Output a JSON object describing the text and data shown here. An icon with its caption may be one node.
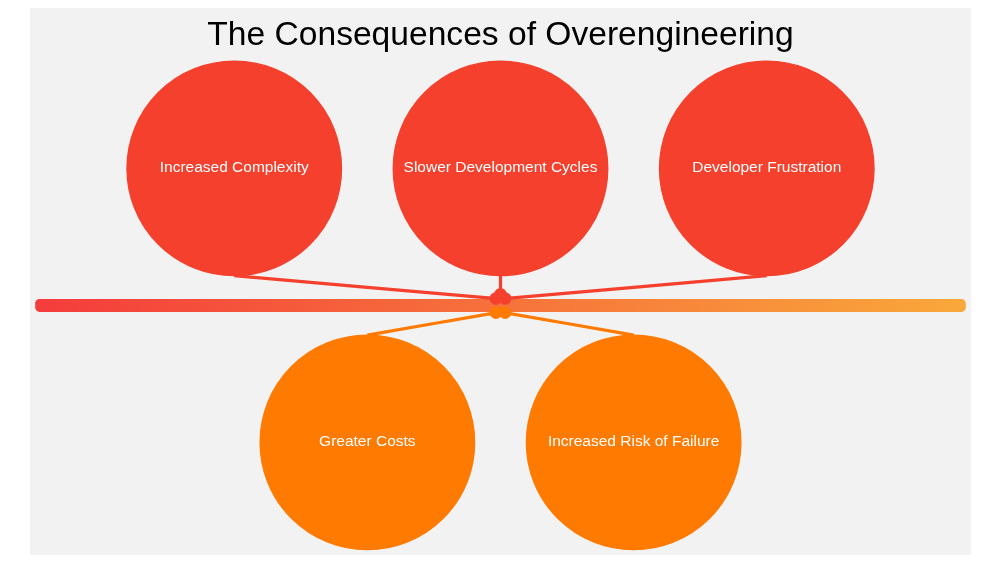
{
  "diagram": {
    "title": "The Consequences of Overengineering",
    "nodes": [
      {
        "text": [
          "Increased Complexity"
        ]
      },
      {
        "text": [
          "Greater Costs"
        ]
      },
      {
        "text": [
          "Slower Development Cycles"
        ]
      },
      {
        "text": [
          "Increased Risk of Failure"
        ]
      },
      {
        "text": [
          "Developer Frustration"
        ]
      },
      {
        "text": [],
        "shape": "bar"
      }
    ],
    "edges": [
      {
        "from": 0,
        "to": 5,
        "arrow": "other"
      },
      {
        "from": 1,
        "to": 5,
        "arrow": "other",
        "color": "#ff7a00"
      },
      {
        "from": 2,
        "to": 5,
        "arrow": "other"
      },
      {
        "from": 3,
        "to": 5,
        "arrow": "other",
        "color": "#ff7a00"
      },
      {
        "from": 4,
        "to": 5,
        "arrow": "other"
      }
    ]
  }
}
